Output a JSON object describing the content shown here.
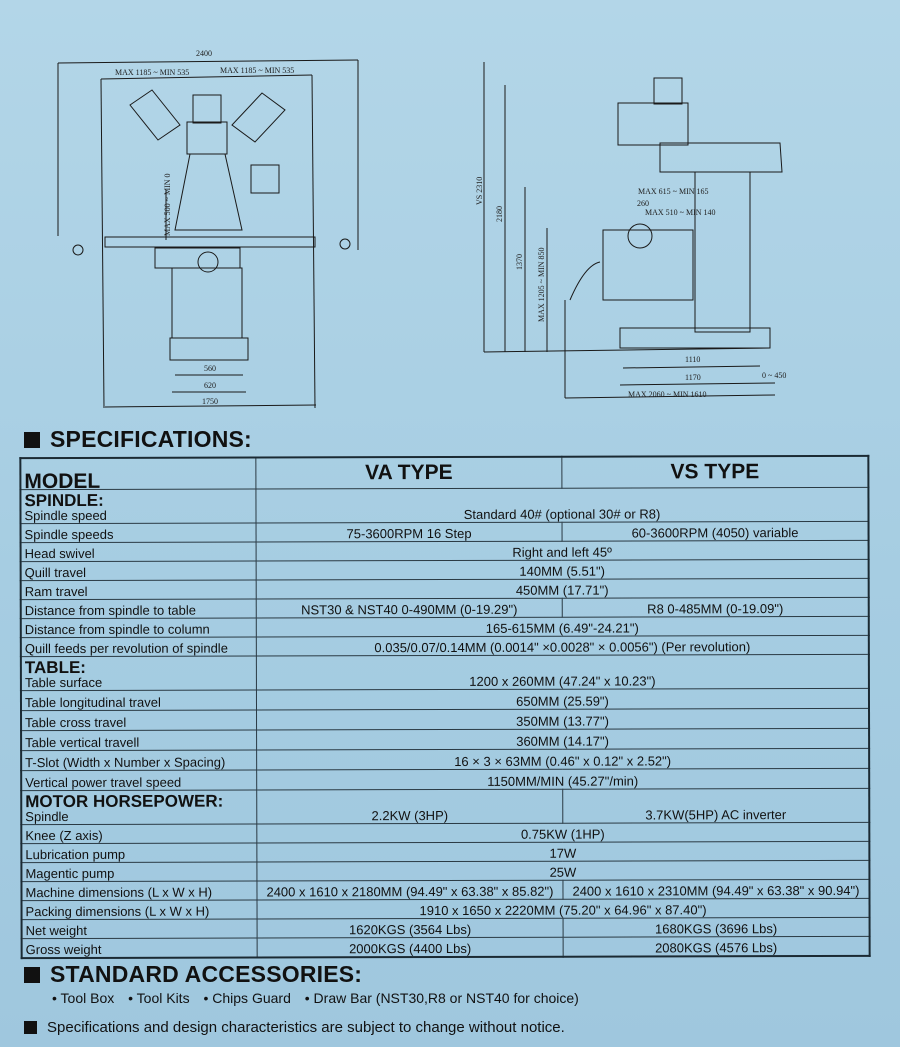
{
  "drawings": {
    "front": {
      "overall_width": "2400",
      "left_travel": "MAX  1185  ~ MIN  535",
      "right_travel": "MAX  1185  ~ MIN  535",
      "vertical": "MAX 500 ~ MIN 0",
      "base_inner": "560",
      "base_outer": "620",
      "footprint": "1750"
    },
    "side": {
      "vs_height": "VS 2310",
      "height": "2180",
      "table_height": "1370",
      "knee": "MAX  1205 ~ MIN  850",
      "ram": "MAX 615 ~ MIN 165",
      "head": "260",
      "quill": "MAX 510 ~ MIN 140",
      "base_depth": "1110",
      "depth": "1170",
      "offset": "0 ~ 450",
      "overall": "MAX  2060  ~  MIN  1610"
    }
  },
  "specs_title": "SPECIFICATIONS:",
  "table": {
    "model_label": "MODEL",
    "va_label": "VA TYPE",
    "vs_label": "VS TYPE",
    "rows": [
      {
        "section": "SPINDLE:",
        "label": "Spindle speed",
        "both": "Standard 40# (optional 30# or R8)"
      },
      {
        "label": "Spindle speeds",
        "va": "75-3600RPM 16 Step",
        "vs": "60-3600RPM (4050) variable"
      },
      {
        "label": "Head swivel",
        "both": "Right and left 45º"
      },
      {
        "label": "Quill travel",
        "both": "140MM (5.51\")"
      },
      {
        "label": "Ram travel",
        "both": "450MM (17.71\")"
      },
      {
        "label": "Distance from spindle to table",
        "va": "NST30 & NST40 0-490MM (0-19.29\")",
        "vs": "R8 0-485MM (0-19.09\")"
      },
      {
        "label": "Distance from spindle to column",
        "both": "165-615MM (6.49\"-24.21\")"
      },
      {
        "label": "Quill feeds per revolution of spindle",
        "both": "0.035/0.07/0.14MM (0.0014\" ×0.0028\" × 0.0056\") (Per revolution)"
      },
      {
        "section": "TABLE:",
        "label": "Table surface",
        "both": "1200 x 260MM (47.24\" x 10.23\")"
      },
      {
        "label": "Table longitudinal travel",
        "both": "650MM (25.59\")"
      },
      {
        "label": "Table cross travel",
        "both": "350MM (13.77\")"
      },
      {
        "label": "Table vertical travell",
        "both": "360MM (14.17\")"
      },
      {
        "label": "T-Slot (Width x Number x Spacing)",
        "both": "16 × 3 × 63MM (0.46\" x 0.12\" x 2.52\")"
      },
      {
        "label": "Vertical power travel speed",
        "both": "1150MM/MIN (45.27\"/min)"
      },
      {
        "section": "MOTOR HORSEPOWER:",
        "label": "Spindle",
        "va": "2.2KW (3HP)",
        "vs": "3.7KW(5HP) AC inverter"
      },
      {
        "label": "Knee (Z axis)",
        "both": "0.75KW (1HP)"
      },
      {
        "label": "Lubrication pump",
        "both": "17W"
      },
      {
        "label": "Magentic pump",
        "both": "25W"
      },
      {
        "label": "Machine dimensions (L x W x H)",
        "va": "2400 x 1610 x 2180MM (94.49\" x 63.38\" x 85.82\")",
        "vs": "2400 x 1610 x 2310MM (94.49\" x 63.38\" x 90.94\")"
      },
      {
        "label": "Packing dimensions (L x W x H)",
        "both": "1910 x 1650 x 2220MM (75.20\" x 64.96\" x 87.40\")"
      },
      {
        "label": "Net weight",
        "va": "1620KGS (3564 Lbs)",
        "vs": "1680KGS (3696 Lbs)"
      },
      {
        "label": "Gross weight",
        "va": "2000KGS (4400 Lbs)",
        "vs": "2080KGS (4576 Lbs)"
      }
    ]
  },
  "accessories_title": "STANDARD ACCESSORIES:",
  "accessories": [
    "• Tool Box",
    "• Tool Kits",
    "• Chips Guard",
    "• Draw Bar (NST30,R8 or NST40 for choice)"
  ],
  "notice": "Specifications and design characteristics are subject to change without notice."
}
